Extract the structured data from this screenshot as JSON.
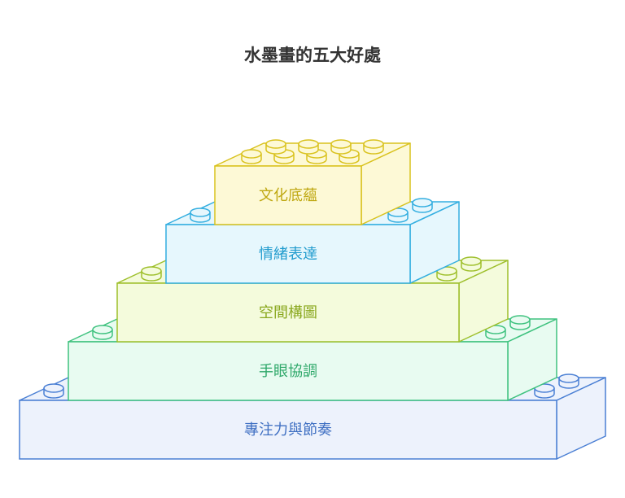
{
  "title": "水墨畫的五大好處",
  "layers": [
    {
      "label": "專注力與節奏",
      "stroke": "#4a7fd4",
      "fill": "#edf2fc",
      "text_color": "#3e6fc2"
    },
    {
      "label": "手眼協調",
      "stroke": "#3fc27f",
      "fill": "#e8fbf1",
      "text_color": "#2fa86a"
    },
    {
      "label": "空間構圖",
      "stroke": "#9ebf2b",
      "fill": "#f4fbdc",
      "text_color": "#8aa81f"
    },
    {
      "label": "情緒表達",
      "stroke": "#33aee0",
      "fill": "#e6f7fd",
      "text_color": "#229cce"
    },
    {
      "label": "文化底蘊",
      "stroke": "#d9c21d",
      "fill": "#fdf9d6",
      "text_color": "#bfa812"
    }
  ]
}
